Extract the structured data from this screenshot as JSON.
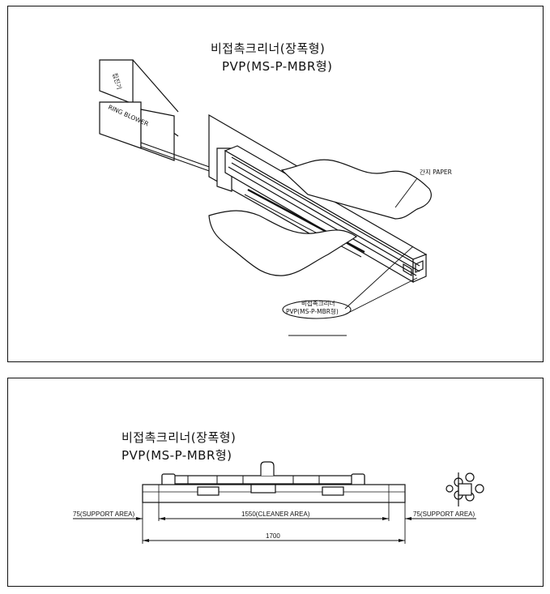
{
  "top_panel": {
    "title_line1": "비접촉크리너(장폭형)",
    "title_line2": "PVP(MS-P-MBR형)",
    "box_label_1": "집진기",
    "box_label_2": "RING BLOWER",
    "paper_label": "간지 PAPER",
    "callout_line1": "비접촉크리너",
    "callout_line2": "PVP(MS-P-MBR형)"
  },
  "bottom_panel": {
    "title_line1": "비접촉크리너(장폭형)",
    "title_line2": "PVP(MS-P-MBR형)",
    "support_left": "75(SUPPORT AREA)",
    "cleaner_area": "1550(CLEANER AREA)",
    "support_right": "75(SUPPORT AREA)",
    "total_length": "1700"
  }
}
